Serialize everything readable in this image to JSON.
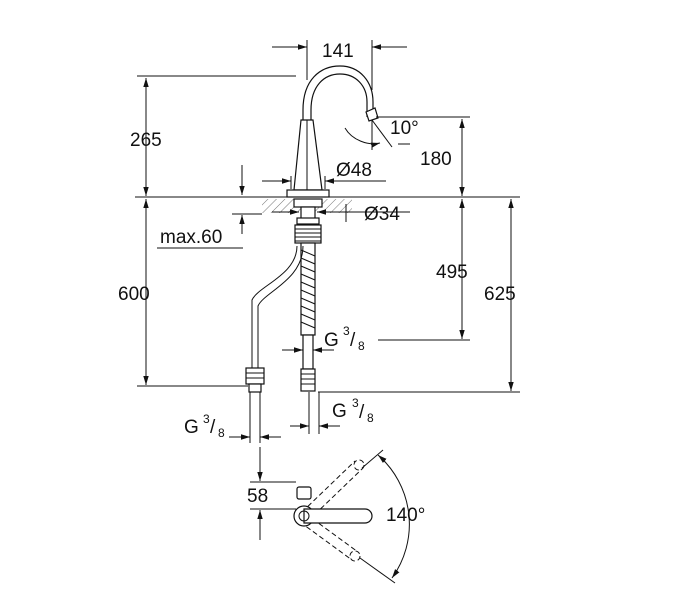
{
  "dimensions": {
    "spout_reach": "141",
    "spout_angle": "10°",
    "height_total": "265",
    "spout_height": "180",
    "base_diameter": "Ø48",
    "hole_diameter": "Ø34",
    "max_thickness": "max.60",
    "hose_length_600": "600",
    "hose_length_495": "495",
    "hose_length_625": "625",
    "thread_g": "G",
    "thread_num": "3",
    "thread_den": "8",
    "lever_clearance": "58",
    "swivel_angle": "140°"
  },
  "colors": {
    "line": "#111111",
    "hatch": "#555555",
    "background": "#ffffff"
  }
}
